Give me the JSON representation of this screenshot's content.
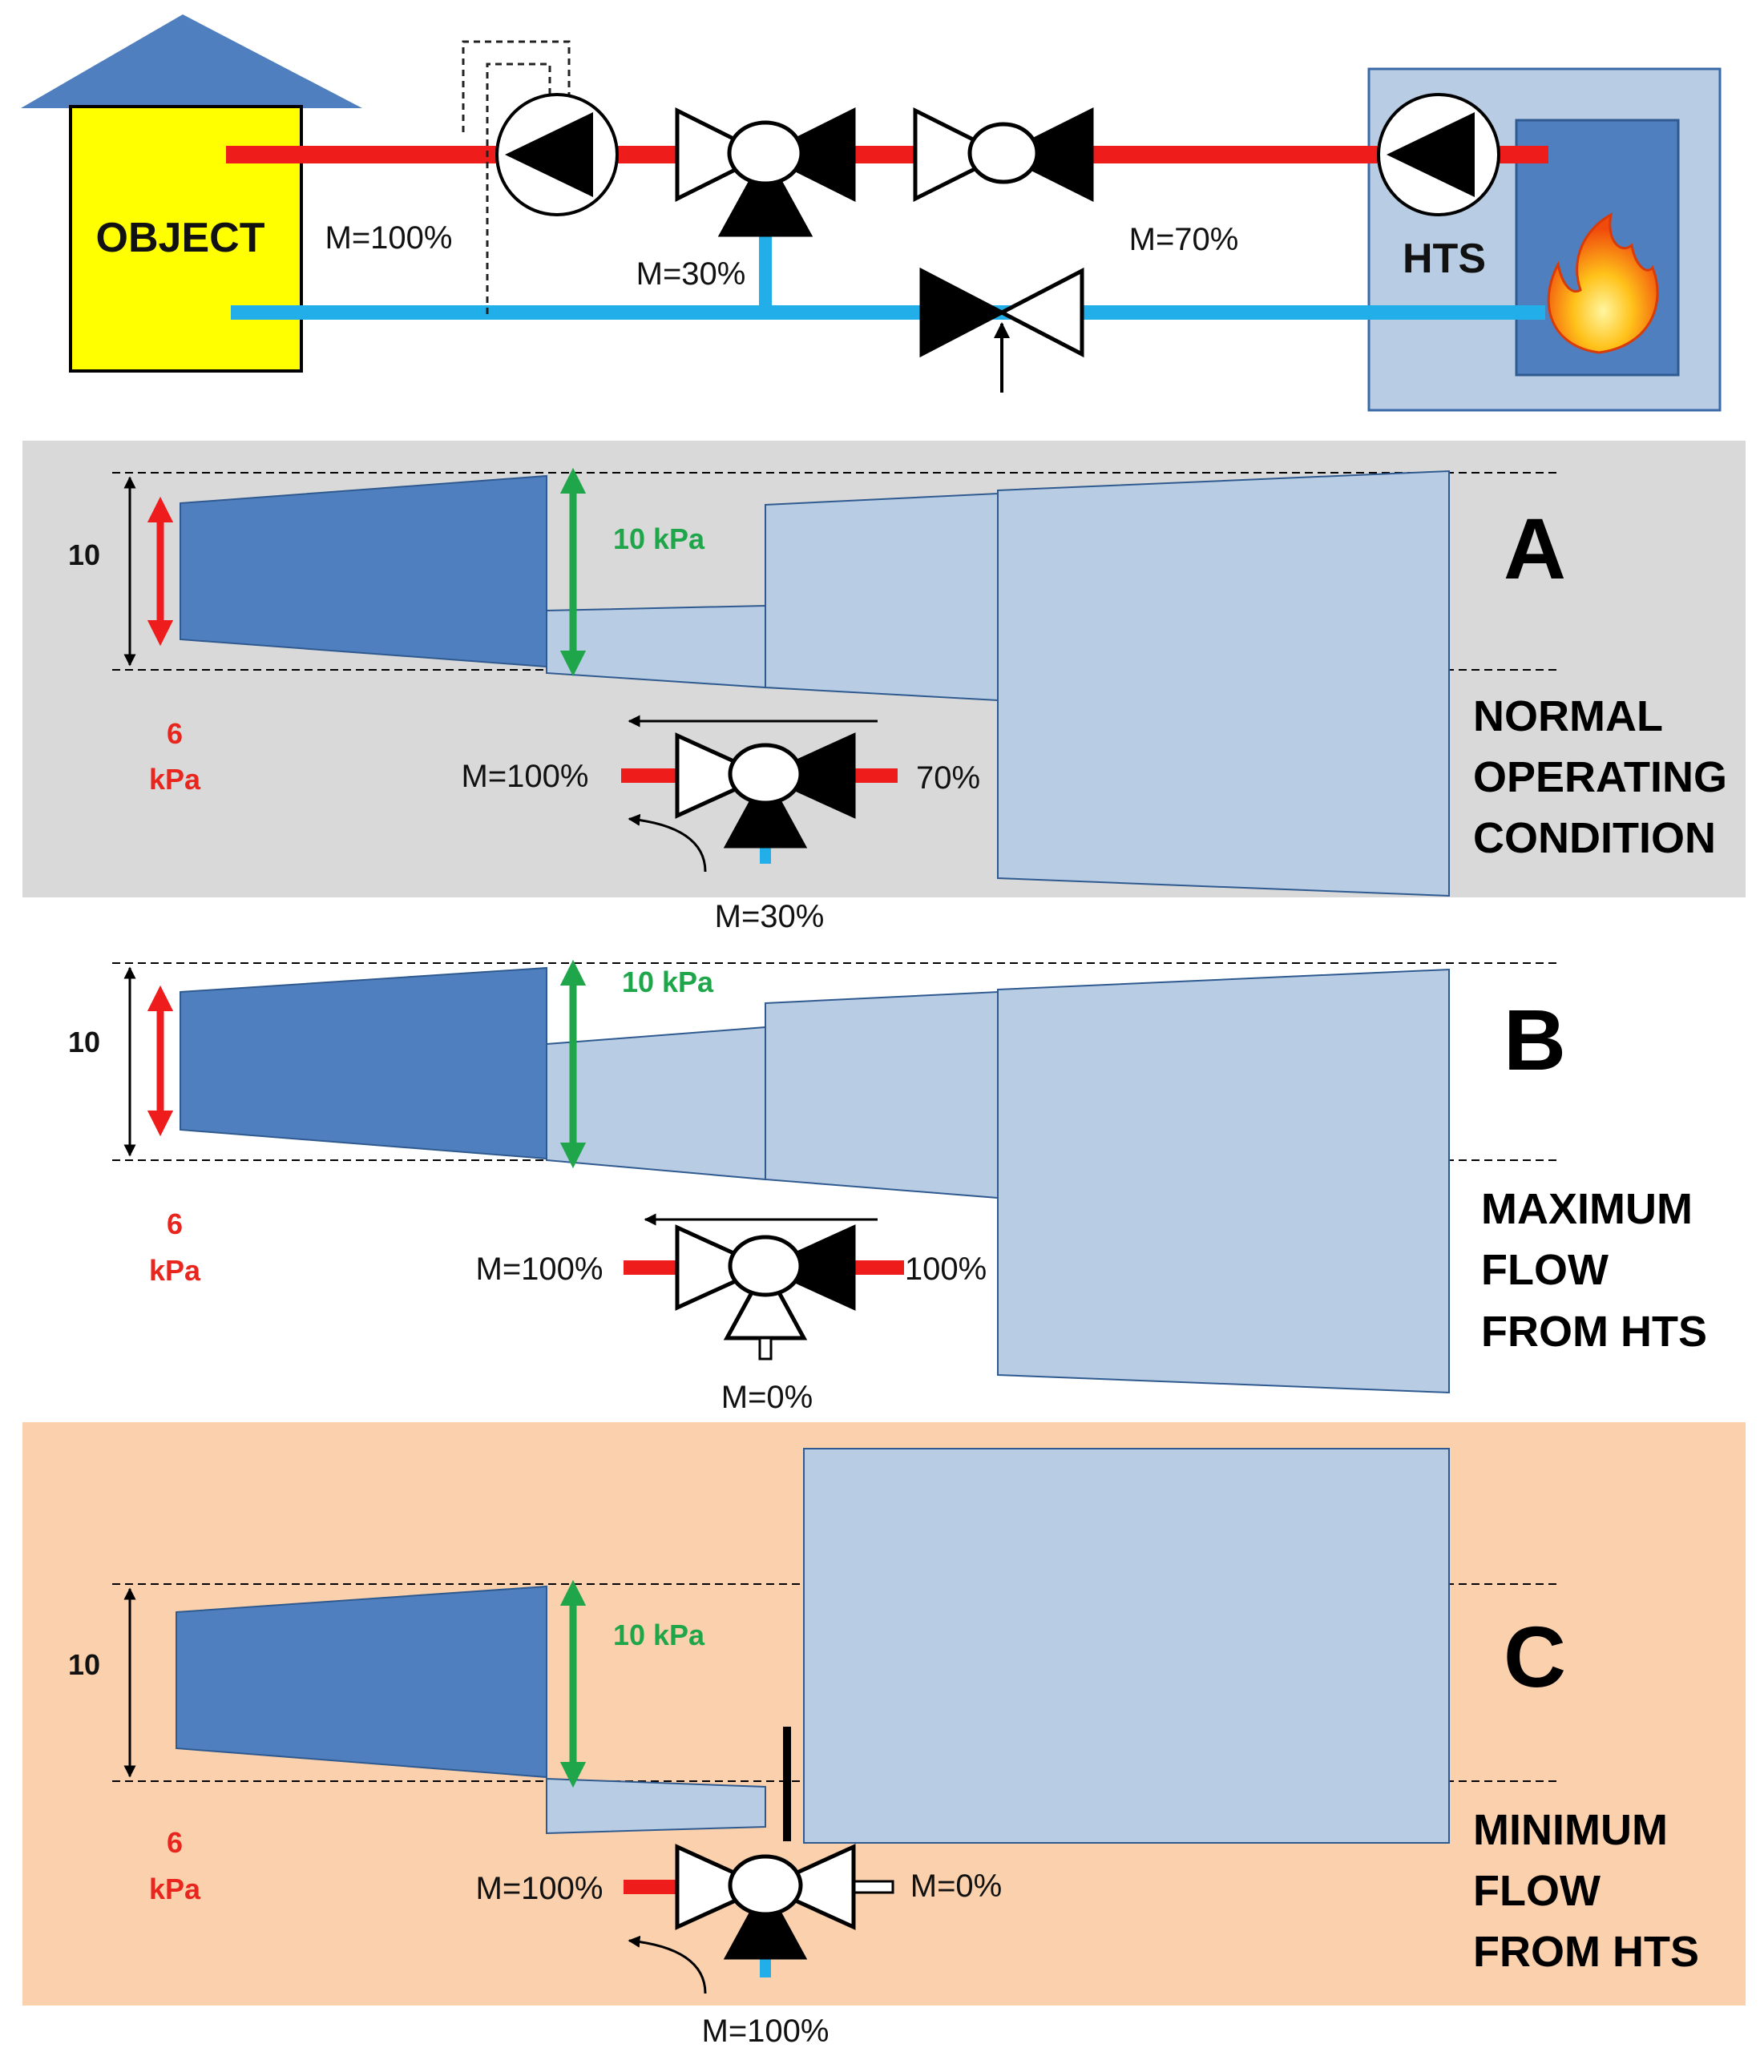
{
  "colors": {
    "supply": "#ef1c1c",
    "return": "#22aee8",
    "object_fill": "#ffff00",
    "roof": "#4f7fbf",
    "dark_bar": "#4f7fbf",
    "light_bar": "#b8cce4",
    "hts_outer": "#b8cce4",
    "hts_inner": "#4f7fbf",
    "panel_a_bg": "#d9d9d9",
    "panel_c_bg": "#fad0ad",
    "red_arrow": "#ee1c1c",
    "green_arrow": "#1fa64a"
  },
  "schematic": {
    "object_label": "OBJECT",
    "hts_label": "HTS",
    "flow_object": "M=100%",
    "flow_bypass": "M=30%",
    "flow_hts": "M=70%"
  },
  "panels": {
    "A": {
      "letter": "A",
      "condition": [
        "NORMAL",
        "OPERATING",
        "CONDITION"
      ],
      "scale_value": "10",
      "red_value": "6",
      "red_unit": "kPa",
      "green_label": "10 kPa",
      "valve_left": "M=100%",
      "valve_right": "70%",
      "valve_bottom": "M=30%"
    },
    "B": {
      "letter": "B",
      "condition": [
        "MAXIMUM",
        "FLOW",
        "FROM HTS"
      ],
      "scale_value": "10",
      "red_value": "6",
      "red_unit": "kPa",
      "green_label": "10 kPa",
      "valve_left": "M=100%",
      "valve_right": "100%",
      "valve_bottom": "M=0%"
    },
    "C": {
      "letter": "C",
      "condition": [
        "MINIMUM",
        "FLOW",
        "FROM HTS"
      ],
      "scale_value": "10",
      "red_value": "6",
      "red_unit": "kPa",
      "green_label": "10 kPa",
      "valve_left": "M=100%",
      "valve_right": "M=0%",
      "valve_bottom": "M=100%"
    }
  }
}
